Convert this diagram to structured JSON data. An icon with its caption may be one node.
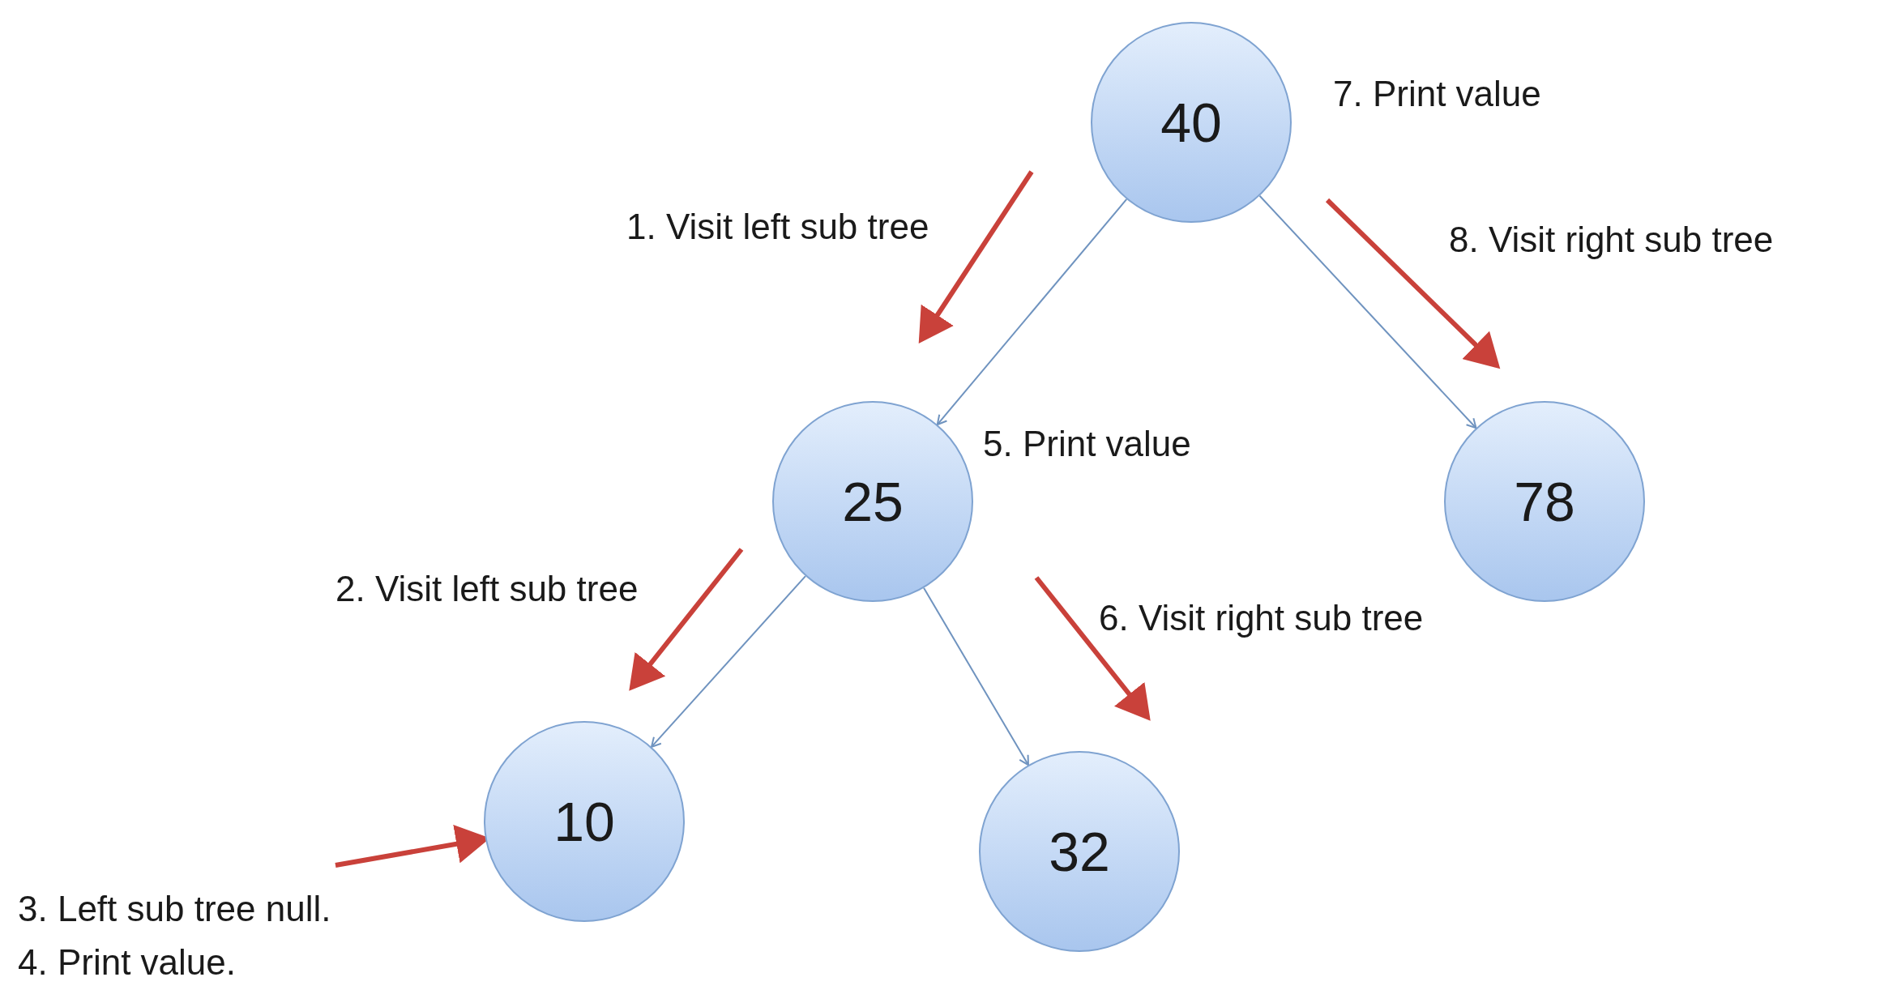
{
  "diagram": {
    "nodes": [
      {
        "text": [
          "40"
        ],
        "beside": [
          "7. Print value"
        ]
      },
      {
        "text": [
          "25"
        ],
        "beside": [
          "5. Print value"
        ]
      },
      {
        "text": [
          "78"
        ]
      },
      {
        "text": [
          "10"
        ]
      },
      {
        "text": [
          "32"
        ]
      }
    ],
    "edges": [
      {
        "from": 0,
        "to": 1,
        "arrow": "to"
      },
      {
        "from": 0,
        "to": 2,
        "arrow": "to"
      },
      {
        "from": 1,
        "to": 3,
        "arrow": "to"
      },
      {
        "from": 1,
        "to": 4,
        "arrow": "to"
      },
      {
        "from": null,
        "to": 3,
        "arrow": "to",
        "style": "thick",
        "color": "#c9413a"
      }
    ],
    "labels": [
      "1. Visit left sub tree",
      "8. Visit right sub tree",
      "2. Visit left sub tree",
      "6. Visit right sub tree",
      "3. Left sub tree null.",
      "4. Print value."
    ]
  }
}
